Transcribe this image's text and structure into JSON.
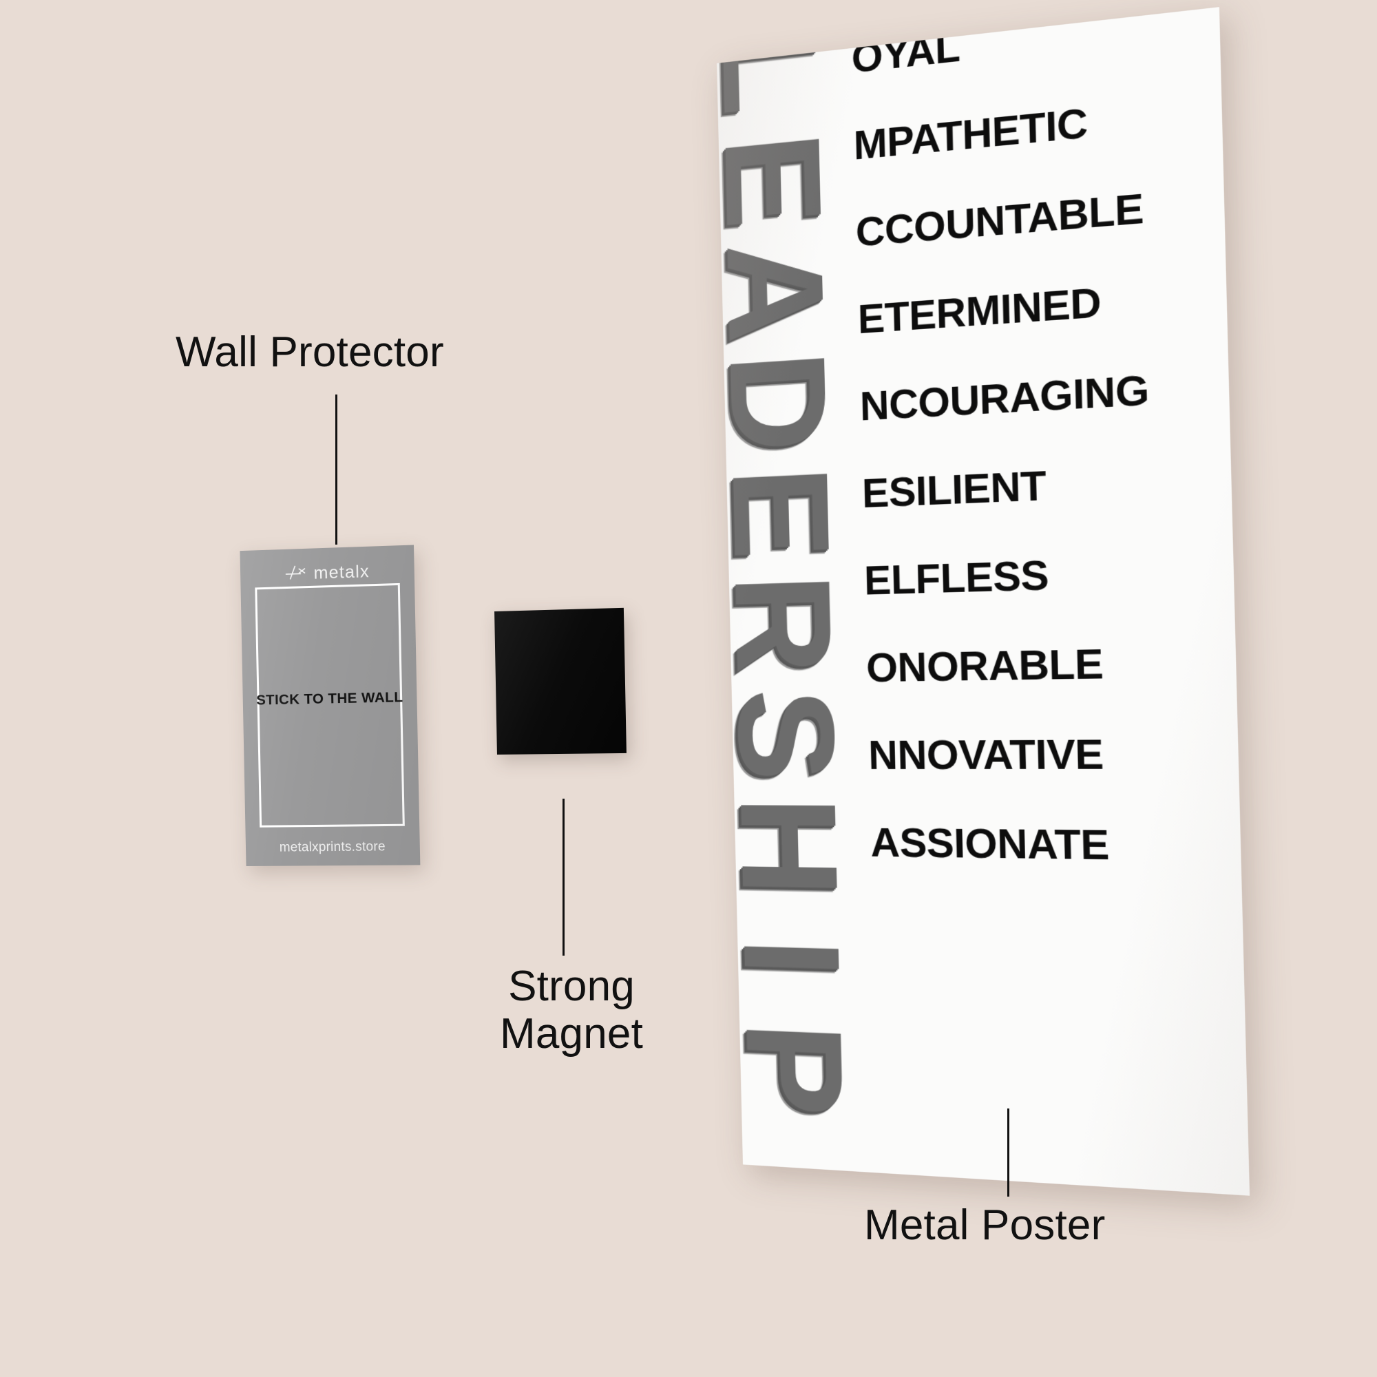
{
  "scene": {
    "background_color": "#e8dcd4"
  },
  "callouts": [
    {
      "key": "wall_protector",
      "label": "Wall Protector"
    },
    {
      "key": "strong_magnet",
      "label": "Strong\nMagnet"
    },
    {
      "key": "metal_poster",
      "label": "Metal Poster"
    }
  ],
  "wall_protector": {
    "label": "Wall Protector",
    "brand": "metalx",
    "logo_icon": "metalx-cross-icon",
    "center_text": "STICK TO THE WALL",
    "footer_text": "metalxprints.store",
    "card_color": "#9a9a9b",
    "frame_color": "#ffffff"
  },
  "strong_magnet": {
    "label_line1": "Strong",
    "label_line2": "Magnet",
    "label": "Strong Magnet",
    "color": "#0a0a0a"
  },
  "metal_poster": {
    "label": "Metal Poster",
    "background_color": "#fbfbfa",
    "acronym": "LEADERSHIP",
    "acronym_color": "#6c6c6c",
    "word_color": "#0d0d0d",
    "letters": [
      "L",
      "E",
      "A",
      "D",
      "E",
      "R",
      "S",
      "H",
      "I",
      "P"
    ],
    "words": [
      "OYAL",
      "MPATHETIC",
      "CCOUNTABLE",
      "ETERMINED",
      "NCOURAGING",
      "ESILIENT",
      "ELFLESS",
      "ONORABLE",
      "NNOVATIVE",
      "ASSIONATE"
    ],
    "full_words": [
      "LOYAL",
      "EMPATHETIC",
      "ACCOUNTABLE",
      "DETERMINED",
      "ENCOURAGING",
      "RESILIENT",
      "SELFLESS",
      "HONORABLE",
      "INNOVATIVE",
      "PASSIONATE"
    ]
  }
}
